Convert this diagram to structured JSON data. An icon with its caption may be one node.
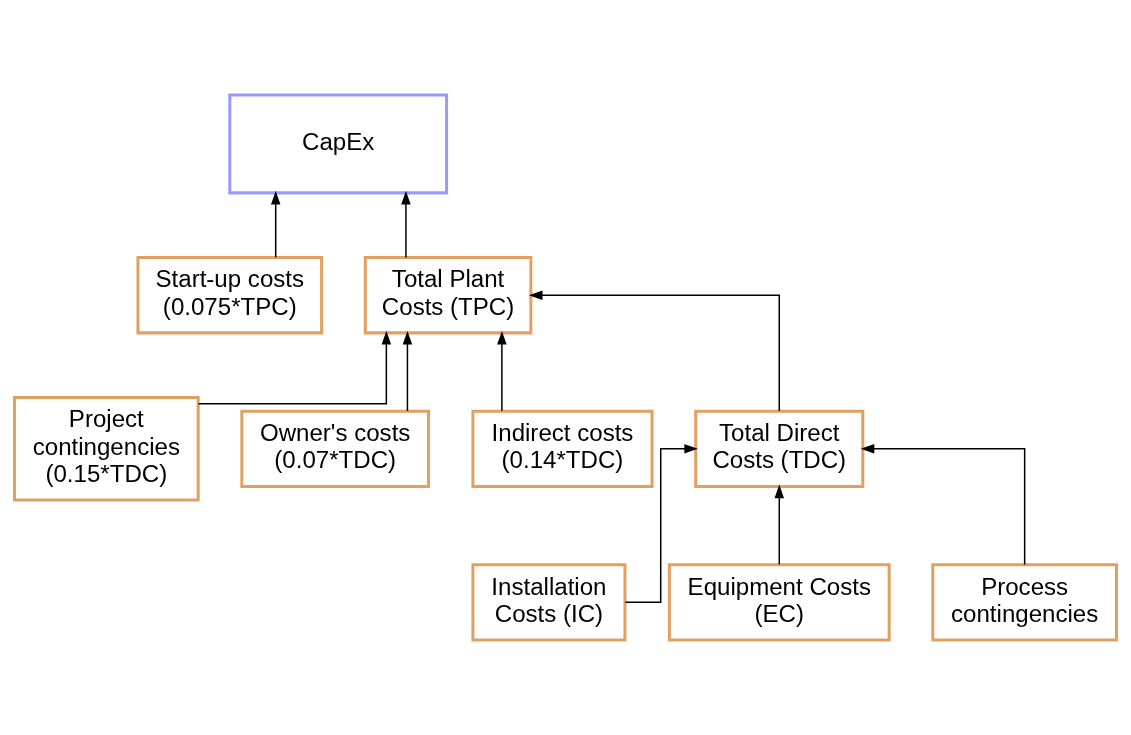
{
  "diagram": {
    "nodes": [
      {
        "text": [
          "CapEx"
        ]
      },
      {
        "text": [
          "Start-up costs (0.075*TPC)"
        ]
      },
      {
        "text": [
          "Total Plant Costs (TPC)"
        ]
      },
      {
        "text": [
          "Project contingencies (0.15*TDC)"
        ]
      },
      {
        "text": [
          "Owner's costs (0.07*TDC)"
        ]
      },
      {
        "text": [
          "Indirect costs (0.14*TDC)"
        ]
      },
      {
        "text": [
          "Total Direct Costs (TDC)"
        ]
      },
      {
        "text": [
          "Installation Costs (IC)"
        ]
      },
      {
        "text": [
          "Equipment Costs (EC)"
        ]
      },
      {
        "text": [
          "Process contingencies"
        ]
      }
    ],
    "edges": [
      {
        "from": 1,
        "to": 0,
        "arrow": "to"
      },
      {
        "from": 2,
        "to": 0,
        "arrow": "to"
      },
      {
        "from": 3,
        "to": 2,
        "arrow": "to"
      },
      {
        "from": 4,
        "to": 2,
        "arrow": "to"
      },
      {
        "from": 5,
        "to": 2,
        "arrow": "to"
      },
      {
        "from": 6,
        "to": 2,
        "arrow": "to"
      },
      {
        "from": 7,
        "to": 6,
        "arrow": "to"
      },
      {
        "from": 8,
        "to": 6,
        "arrow": "to"
      },
      {
        "from": 9,
        "to": 6,
        "arrow": "to"
      }
    ]
  }
}
